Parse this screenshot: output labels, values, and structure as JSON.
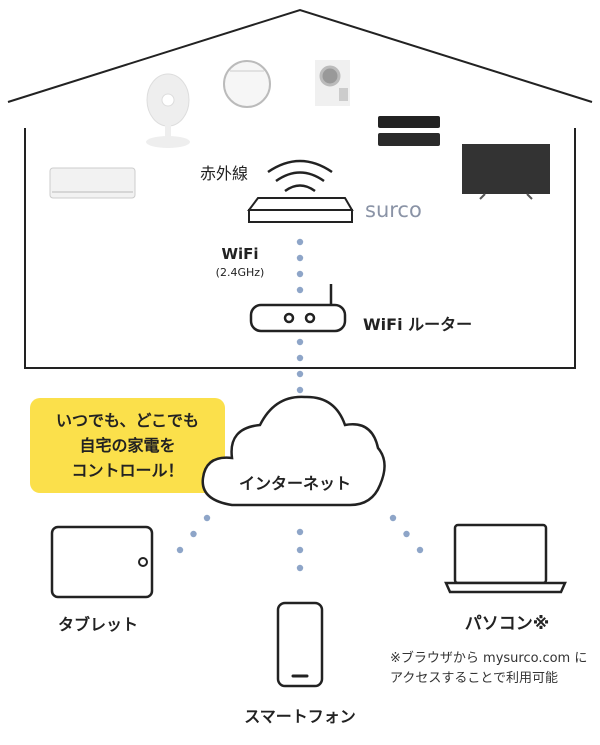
{
  "labels": {
    "infrared": "赤外線",
    "surco": "surco",
    "wifi": "WiFi",
    "wifi_band": "(2.4GHz)",
    "router": "WiFi ルーター",
    "internet": "インターネット",
    "tablet": "タブレット",
    "smartphone": "スマートフォン",
    "pc": "パソコン※",
    "note_line1": "※ブラウザから mysurco.com に",
    "note_line2": "アクセスすることで利用可能"
  },
  "callout": {
    "line1": "いつでも、どこでも",
    "line2": "自宅の家電を",
    "line3": "コントロール！"
  },
  "colors": {
    "accent_yellow": "#fbe04b",
    "dots": "#8ea5c8",
    "surco_text": "#8a93a6"
  }
}
